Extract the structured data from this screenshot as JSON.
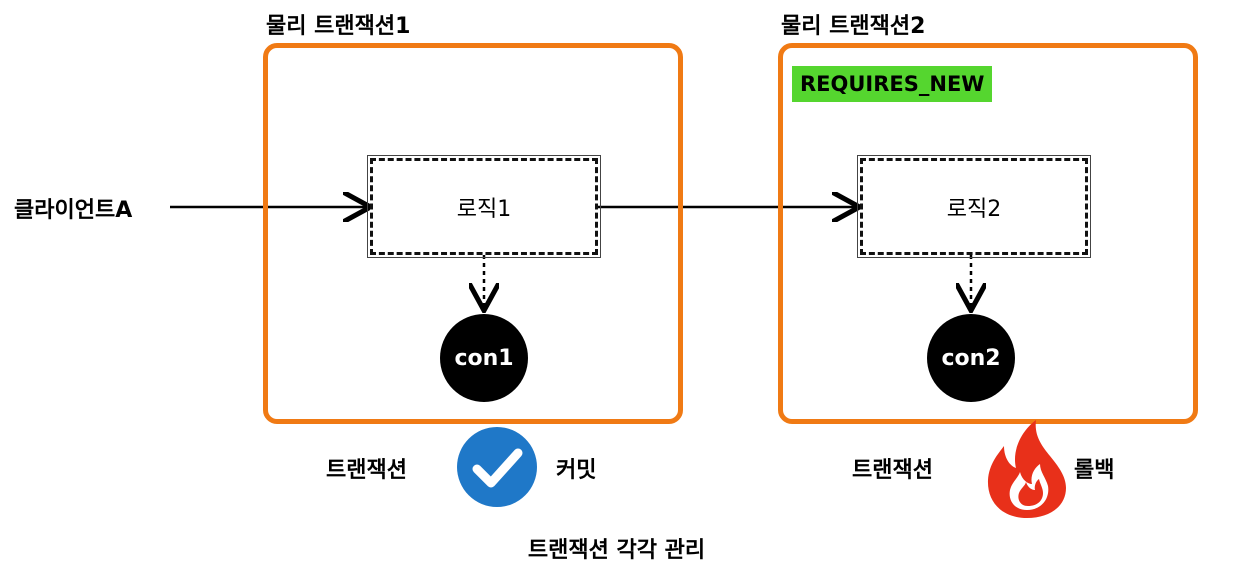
{
  "client_label": "클라이언트A",
  "tx1": {
    "title": "물리 트랜잭션1",
    "logic_label": "로직1",
    "con_label": "con1",
    "status_prefix": "트랜잭션",
    "status_label": "커밋"
  },
  "tx2": {
    "title": "물리 트랜잭션2",
    "tag": "REQUIRES_NEW",
    "logic_label": "로직2",
    "con_label": "con2",
    "status_prefix": "트랜잭션",
    "status_label": "롤백"
  },
  "caption": "트랜잭션 각각 관리",
  "colors": {
    "tx_border": "#f07a14",
    "tag_bg": "#55d62f",
    "check_bg": "#1f78c8",
    "fire": "#e8301a"
  },
  "icons": {
    "commit": "check-circle-icon",
    "rollback": "fire-icon"
  }
}
